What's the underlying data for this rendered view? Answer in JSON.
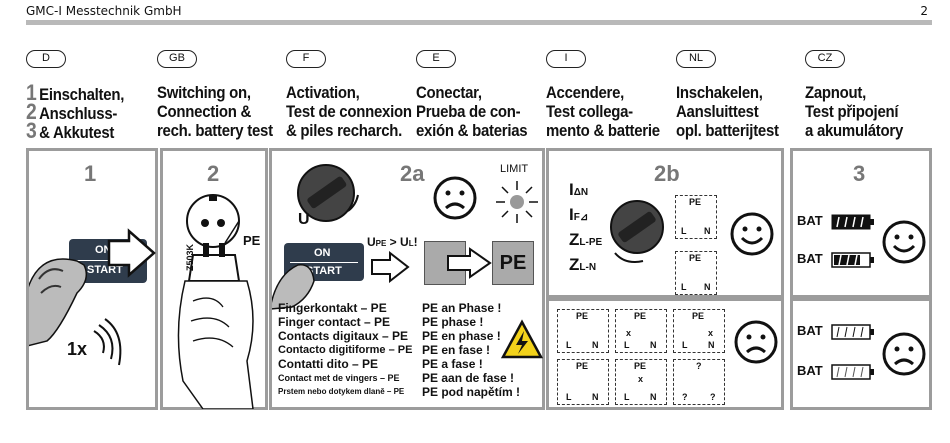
{
  "header": {
    "company": "GMC-I Messtechnik GmbH",
    "page": "2"
  },
  "columns": [
    {
      "code": "D",
      "lines": [
        "Einschalten,",
        "Anschluss-",
        "& Akkutest"
      ],
      "nums": [
        "1",
        "2",
        "3"
      ]
    },
    {
      "code": "GB",
      "lines": [
        "Switching on,",
        "Connection &",
        "rech. battery test"
      ]
    },
    {
      "code": "F",
      "lines": [
        "Activation,",
        "Test de connexion",
        "& piles recharch."
      ]
    },
    {
      "code": "E",
      "lines": [
        "Conectar,",
        "Prueba de con-",
        "exión & baterias"
      ]
    },
    {
      "code": "I",
      "lines": [
        "Accendere,",
        "Test collega-",
        "mento & batterie"
      ]
    },
    {
      "code": "NL",
      "lines": [
        "Inschakelen,",
        "Aansluittest",
        "opl. batterijtest"
      ]
    },
    {
      "code": "CZ",
      "lines": [
        "Zapnout,",
        "Test připojení",
        "a akumulátory"
      ]
    }
  ],
  "panel1": {
    "step": "1",
    "btn_on": "ON",
    "btn_start": "START",
    "count": "1x"
  },
  "panel2": {
    "step": "2",
    "pe": "PE",
    "plug_code": "Z503K"
  },
  "panel2a": {
    "step": "2a",
    "limit": "LIMIT",
    "u": "U",
    "btn_on": "ON",
    "btn_start": "START",
    "cond_a": "U",
    "cond_a_sub": "PE",
    "cond_op": " > ",
    "cond_b": "U",
    "cond_b_sub": "L",
    "cond_end": "!",
    "pe_box": "PE",
    "contact_lines": [
      "Fingerkontakt – PE",
      "Finger contact – PE",
      "Contacts digitaux – PE",
      "Contacto digitiforme – PE",
      "Contatti dito – PE"
    ],
    "contact_small": [
      "Contact met de vingers – PE",
      "Prstem nebo dotykem dlaně – PE"
    ],
    "phase_lines": [
      "PE an Phase !",
      "PE phase !",
      "PE en phase !",
      "PE en fase !",
      "PE a fase !",
      "PE aan de fase !",
      "PE pod napětím !"
    ]
  },
  "panel2b": {
    "step": "2b",
    "labels": [
      {
        "main": "I",
        "sub": "ΔN"
      },
      {
        "main": "I",
        "sub": "F⊿"
      },
      {
        "main": "Z",
        "sub": "L-PE"
      },
      {
        "main": "Z",
        "sub": "L-N"
      }
    ],
    "good_grids": [
      {
        "top": "PE",
        "bl": "L",
        "br": "N"
      },
      {
        "top": "PE",
        "bl": "L",
        "br": "N"
      }
    ],
    "bad_grids": [
      {
        "top": "PE",
        "bl": "L",
        "br": "N",
        "mark": ""
      },
      {
        "top": "PE",
        "bl": "L",
        "br": "N",
        "mark": "x"
      },
      {
        "top": "PE",
        "bl": "L",
        "br": "N",
        "mark": "x"
      },
      {
        "top": "PE",
        "bl": "L",
        "br": "N",
        "mark": ""
      },
      {
        "top": "PE",
        "bl": "L",
        "br": "N",
        "mark": "x"
      },
      {
        "top": "?",
        "bl": "?",
        "br": "?",
        "mark": ""
      }
    ]
  },
  "panel3": {
    "step": "3",
    "bat": [
      "BAT",
      "BAT"
    ],
    "bat_bad": [
      "BAT",
      "BAT"
    ]
  },
  "colors": {
    "panel_border": "#9c9c9c",
    "gray_text": "#777777",
    "warning": "#f2d21b"
  }
}
